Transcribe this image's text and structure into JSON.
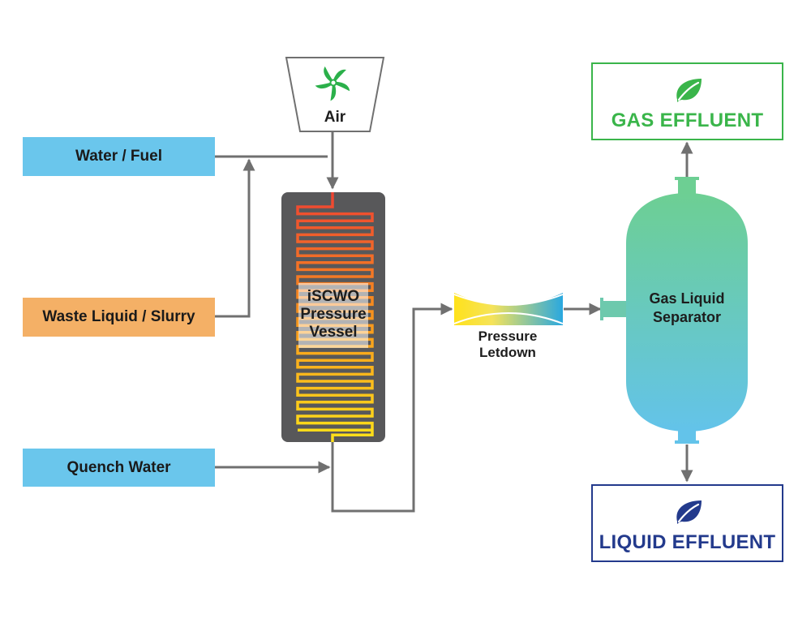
{
  "inputs": {
    "water_fuel": "Water / Fuel",
    "waste": "Waste Liquid / Slurry",
    "quench": "Quench Water"
  },
  "air": {
    "label": "Air"
  },
  "vessel": {
    "line1": "iSCWO",
    "line2": "Pressure",
    "line3": "Vessel"
  },
  "letdown": {
    "line1": "Pressure",
    "line2": "Letdown"
  },
  "separator": {
    "line1": "Gas Liquid",
    "line2": "Separator"
  },
  "outputs": {
    "gas": "GAS EFFLUENT",
    "liquid": "LIQUID EFFLUENT"
  },
  "colors": {
    "input_blue": "#6ac6ec",
    "input_orange": "#f4b066",
    "pipe": "#707070",
    "vessel_body": "#58585a",
    "coil_top": "#ee4232",
    "coil_bottom": "#ffe21a",
    "separator_top": "#6dcf93",
    "separator_bottom": "#63c3ea",
    "gas_green": "#3ab54a",
    "liquid_navy": "#233a8c",
    "fan_green": "#2bb04a"
  }
}
